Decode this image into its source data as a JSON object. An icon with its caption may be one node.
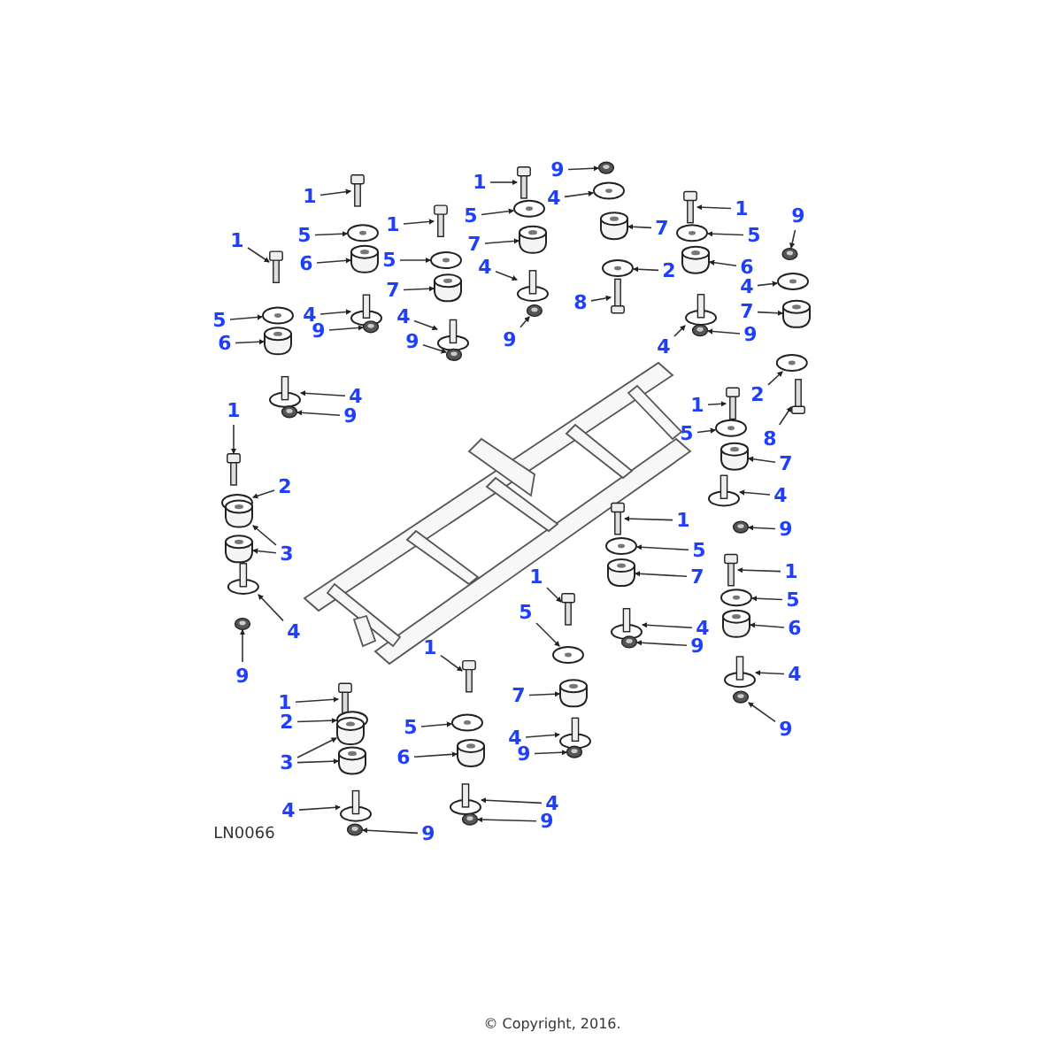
{
  "diagram": {
    "nodes": [
      {
        "text": [
          "1"
        ]
      },
      {
        "text": [
          "1"
        ]
      },
      {
        "text": [
          "9"
        ]
      },
      {
        "text": [
          "4"
        ]
      },
      {
        "text": [
          "1"
        ]
      },
      {
        "text": [
          "5"
        ]
      },
      {
        "text": [
          "1"
        ]
      },
      {
        "text": [
          "9"
        ]
      },
      {
        "text": [
          "5"
        ]
      },
      {
        "text": [
          "7"
        ]
      },
      {
        "text": [
          "7"
        ]
      },
      {
        "text": [
          "5"
        ]
      },
      {
        "text": [
          "1"
        ]
      },
      {
        "text": [
          "5"
        ]
      },
      {
        "text": [
          "6"
        ]
      },
      {
        "text": [
          "2"
        ]
      },
      {
        "text": [
          "6"
        ]
      },
      {
        "text": [
          "4"
        ]
      },
      {
        "text": [
          "4"
        ]
      },
      {
        "text": [
          "7"
        ]
      },
      {
        "text": [
          "8"
        ]
      },
      {
        "text": [
          "7"
        ]
      },
      {
        "text": [
          "4"
        ]
      },
      {
        "text": [
          "4"
        ]
      },
      {
        "text": [
          "5"
        ]
      },
      {
        "text": [
          "9"
        ]
      },
      {
        "text": [
          "9"
        ]
      },
      {
        "text": [
          "9"
        ]
      },
      {
        "text": [
          "6"
        ]
      },
      {
        "text": [
          "9"
        ]
      },
      {
        "text": [
          "4"
        ]
      },
      {
        "text": [
          "2"
        ]
      },
      {
        "text": [
          "4"
        ]
      },
      {
        "text": [
          "1"
        ]
      },
      {
        "text": [
          "1"
        ]
      },
      {
        "text": [
          "9"
        ]
      },
      {
        "text": [
          "5"
        ]
      },
      {
        "text": [
          "8"
        ]
      },
      {
        "text": [
          "7"
        ]
      },
      {
        "text": [
          "2"
        ]
      },
      {
        "text": [
          "4"
        ]
      },
      {
        "text": [
          "1"
        ]
      },
      {
        "text": [
          "9"
        ]
      },
      {
        "text": [
          "5"
        ]
      },
      {
        "text": [
          "3"
        ]
      },
      {
        "text": [
          "1"
        ]
      },
      {
        "text": [
          "7"
        ]
      },
      {
        "text": [
          "1"
        ]
      },
      {
        "text": [
          "5"
        ]
      },
      {
        "text": [
          "5"
        ]
      },
      {
        "text": [
          "6"
        ]
      },
      {
        "text": [
          "4"
        ]
      },
      {
        "text": [
          "4"
        ]
      },
      {
        "text": [
          "9"
        ]
      },
      {
        "text": [
          "1"
        ]
      },
      {
        "text": [
          "4"
        ]
      },
      {
        "text": [
          "9"
        ]
      },
      {
        "text": [
          "7"
        ]
      },
      {
        "text": [
          "1"
        ]
      },
      {
        "text": [
          "2"
        ]
      },
      {
        "text": [
          "5"
        ]
      },
      {
        "text": [
          "9"
        ]
      },
      {
        "text": [
          "4"
        ]
      },
      {
        "text": [
          "9"
        ]
      },
      {
        "text": [
          "6"
        ]
      },
      {
        "text": [
          "3"
        ]
      },
      {
        "text": [
          "4"
        ]
      },
      {
        "text": [
          "4"
        ]
      },
      {
        "text": [
          "9"
        ]
      },
      {
        "text": [
          "9"
        ]
      },
      {
        "text": [],
        "shape": "picture"
      },
      {
        "text": [],
        "shape": "picture"
      },
      {
        "text": [],
        "shape": "picture"
      },
      {
        "text": [],
        "shape": "picture"
      },
      {
        "text": [],
        "shape": "picture"
      },
      {
        "text": [],
        "shape": "picture"
      },
      {
        "text": [],
        "shape": "picture"
      },
      {
        "text": [],
        "shape": "picture"
      },
      {
        "text": [],
        "shape": "picture"
      },
      {
        "text": [],
        "shape": "cylinder"
      },
      {
        "text": [],
        "shape": "cylinder"
      },
      {
        "text": [],
        "shape": "picture"
      },
      {
        "text": [],
        "shape": "picture"
      },
      {
        "text": [],
        "shape": "picture"
      },
      {
        "text": [],
        "shape": "cylinder"
      },
      {
        "text": [],
        "shape": "picture"
      },
      {
        "text": [],
        "shape": "cylinder"
      },
      {
        "text": [],
        "shape": "picture"
      },
      {
        "text": [],
        "shape": "picture"
      },
      {
        "text": [],
        "shape": "cylinder"
      },
      {
        "text": [],
        "shape": "picture"
      },
      {
        "text": [],
        "shape": "cylinder"
      },
      {
        "text": [],
        "shape": "picture"
      },
      {
        "text": [],
        "shape": "picture"
      },
      {
        "text": [],
        "shape": "picture"
      },
      {
        "text": [],
        "shape": "picture"
      },
      {
        "text": [],
        "shape": "picture"
      },
      {
        "text": [],
        "shape": "picture"
      },
      {
        "text": [],
        "shape": "cylinder"
      },
      {
        "text": [],
        "shape": "picture"
      },
      {
        "text": [],
        "shape": "picture"
      },
      {
        "text": [],
        "shape": "picture"
      },
      {
        "text": [],
        "shape": "picture"
      },
      {
        "text": [],
        "shape": "picture"
      },
      {
        "text": [],
        "shape": "picture"
      },
      {
        "text": [],
        "shape": "picture"
      },
      {
        "text": [],
        "shape": "picture"
      },
      {
        "text": [],
        "shape": "picture"
      },
      {
        "text": [],
        "shape": "cylinder"
      },
      {
        "text": [],
        "shape": "picture"
      },
      {
        "text": [],
        "shape": "picture"
      },
      {
        "text": [],
        "shape": "picture"
      },
      {
        "text": [],
        "shape": "picture"
      },
      {
        "text": [],
        "shape": "picture"
      },
      {
        "text": [],
        "shape": "cylinder"
      },
      {
        "text": [],
        "shape": "picture"
      },
      {
        "text": [],
        "shape": "cylinder"
      },
      {
        "text": [],
        "shape": "picture"
      },
      {
        "text": [],
        "shape": "picture"
      },
      {
        "text": [],
        "shape": "picture"
      },
      {
        "text": [],
        "shape": "cylinder"
      },
      {
        "text": [],
        "shape": "picture"
      },
      {
        "text": [],
        "shape": "picture"
      },
      {
        "text": [],
        "shape": "picture"
      },
      {
        "text": [],
        "shape": "picture"
      },
      {
        "text": [],
        "shape": "picture"
      },
      {
        "text": [],
        "shape": "picture"
      },
      {
        "text": [],
        "shape": "cylinder"
      },
      {
        "text": [],
        "shape": "picture"
      },
      {
        "text": [],
        "shape": "picture"
      },
      {
        "text": [],
        "shape": "picture"
      },
      {
        "text": [],
        "shape": "picture"
      },
      {
        "text": [],
        "shape": "picture"
      },
      {
        "text": [],
        "shape": "picture"
      },
      {
        "text": [],
        "shape": "cylinder"
      },
      {
        "text": [],
        "shape": "cylinder"
      },
      {
        "text": [],
        "shape": "picture"
      },
      {
        "text": [],
        "shape": "picture"
      },
      {
        "text": [],
        "shape": "picture"
      },
      {
        "text": [],
        "shape": "picture"
      },
      {
        "text": [],
        "shape": "cylinder"
      },
      {
        "text": [],
        "shape": "cylinder"
      }
    ],
    "edges": [
      {
        "from": 0,
        "to": 70,
        "arrow": "to"
      },
      {
        "from": 1,
        "to": 71,
        "arrow": "to"
      },
      {
        "from": 2,
        "to": 72,
        "arrow": "to"
      },
      {
        "from": 3,
        "to": 73,
        "arrow": "to"
      },
      {
        "from": 4,
        "to": 74,
        "arrow": "to"
      },
      {
        "from": 5,
        "to": 75,
        "arrow": "to"
      },
      {
        "from": 6,
        "to": 76,
        "arrow": "to"
      },
      {
        "from": 7,
        "to": 77,
        "arrow": "to"
      },
      {
        "from": 8,
        "to": 78,
        "arrow": "to"
      },
      {
        "from": 9,
        "to": 79,
        "arrow": "to"
      },
      {
        "from": 10,
        "to": 80,
        "arrow": "to"
      },
      {
        "from": 11,
        "to": 81,
        "arrow": "to"
      },
      {
        "from": 12,
        "to": 82,
        "arrow": "to"
      },
      {
        "from": 13,
        "to": 83,
        "arrow": "to"
      },
      {
        "from": 14,
        "to": 84,
        "arrow": "to"
      },
      {
        "from": 15,
        "to": 85,
        "arrow": "to"
      },
      {
        "from": 16,
        "to": 86,
        "arrow": "to"
      },
      {
        "from": 17,
        "to": 87,
        "arrow": "to"
      },
      {
        "from": 18,
        "to": 88,
        "arrow": "to"
      },
      {
        "from": 19,
        "to": 89,
        "arrow": "to"
      },
      {
        "from": 20,
        "to": 90,
        "arrow": "to"
      },
      {
        "from": 21,
        "to": 91,
        "arrow": "to"
      },
      {
        "from": 22,
        "to": 92,
        "arrow": "to"
      },
      {
        "from": 23,
        "to": 93,
        "arrow": "to"
      },
      {
        "from": 24,
        "to": 94,
        "arrow": "to"
      },
      {
        "from": 25,
        "to": 95,
        "arrow": "to"
      },
      {
        "from": 26,
        "to": 96,
        "arrow": "to"
      },
      {
        "from": 27,
        "to": 97,
        "arrow": "to"
      },
      {
        "from": 28,
        "to": 98,
        "arrow": "to"
      },
      {
        "from": 29,
        "to": 99,
        "arrow": "to"
      },
      {
        "from": 30,
        "to": 100,
        "arrow": "to"
      },
      {
        "from": 31,
        "to": 101,
        "arrow": "to"
      },
      {
        "from": 32,
        "to": 102,
        "arrow": "to"
      },
      {
        "from": 33,
        "to": 103,
        "arrow": "to"
      },
      {
        "from": 34,
        "to": 104,
        "arrow": "to"
      },
      {
        "from": 35,
        "to": 105,
        "arrow": "to"
      },
      {
        "from": 36,
        "to": 106,
        "arrow": "to"
      },
      {
        "from": 37,
        "to": 107,
        "arrow": "to"
      },
      {
        "from": 38,
        "to": 108,
        "arrow": "to"
      },
      {
        "from": 39,
        "to": 109,
        "arrow": "to"
      },
      {
        "from": 40,
        "to": 110,
        "arrow": "to"
      },
      {
        "from": 41,
        "to": 111,
        "arrow": "to"
      },
      {
        "from": 42,
        "to": 112,
        "arrow": "to"
      },
      {
        "from": 43,
        "to": 113,
        "arrow": "to"
      },
      {
        "from": 44,
        "to": 114,
        "arrow": "to"
      },
      {
        "from": 45,
        "to": 115,
        "arrow": "to"
      },
      {
        "from": 46,
        "to": 116,
        "arrow": "to"
      },
      {
        "from": 47,
        "to": 117,
        "arrow": "to"
      },
      {
        "from": 48,
        "to": 118,
        "arrow": "to"
      },
      {
        "from": 49,
        "to": 119,
        "arrow": "to"
      },
      {
        "from": 50,
        "to": 120,
        "arrow": "to"
      },
      {
        "from": 51,
        "to": 121,
        "arrow": "to"
      },
      {
        "from": 52,
        "to": 122,
        "arrow": "to"
      },
      {
        "from": 53,
        "to": 123,
        "arrow": "to"
      },
      {
        "from": 54,
        "to": 124,
        "arrow": "to"
      },
      {
        "from": 55,
        "to": 125,
        "arrow": "to"
      },
      {
        "from": 56,
        "to": 126,
        "arrow": "to"
      },
      {
        "from": 57,
        "to": 127,
        "arrow": "to"
      },
      {
        "from": 58,
        "to": 128,
        "arrow": "to"
      },
      {
        "from": 59,
        "to": 129,
        "arrow": "to"
      },
      {
        "from": 60,
        "to": 130,
        "arrow": "to"
      },
      {
        "from": 61,
        "to": 131,
        "arrow": "to"
      },
      {
        "from": 62,
        "to": 132,
        "arrow": "to"
      },
      {
        "from": 63,
        "to": 133,
        "arrow": "to"
      },
      {
        "from": 64,
        "to": 134,
        "arrow": "to"
      },
      {
        "from": 65,
        "to": 135,
        "arrow": "to"
      },
      {
        "from": 66,
        "to": 136,
        "arrow": "to"
      },
      {
        "from": 67,
        "to": 137,
        "arrow": "to"
      },
      {
        "from": 68,
        "to": 138,
        "arrow": "to"
      },
      {
        "from": 69,
        "to": 139,
        "arrow": "to"
      },
      {
        "from": 44,
        "to": 140,
        "arrow": "to"
      },
      {
        "from": 65,
        "to": 141,
        "arrow": "to"
      }
    ],
    "labels": [
      "LN0066",
      "© Copyright, 2016."
    ]
  }
}
